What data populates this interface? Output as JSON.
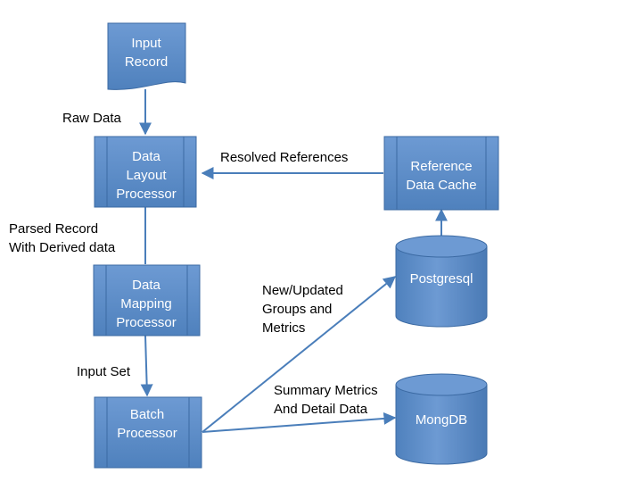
{
  "colors": {
    "node_fill": "#4f81bd",
    "node_fill_light": "#6d9ad3",
    "node_stroke": "#3b6aa3",
    "edge": "#4a7eba",
    "node_text": "#ffffff",
    "label_text": "#000000"
  },
  "nodes": {
    "input_record": {
      "shape": "document",
      "lines": [
        "Input",
        "Record"
      ]
    },
    "layout_processor": {
      "shape": "predefined-process",
      "lines": [
        "Data",
        "Layout",
        "Processor"
      ]
    },
    "mapping_processor": {
      "shape": "predefined-process",
      "lines": [
        "Data",
        "Mapping",
        "Processor"
      ]
    },
    "batch_processor": {
      "shape": "predefined-process",
      "lines": [
        "Batch",
        "Processor"
      ]
    },
    "reference_cache": {
      "shape": "predefined-process",
      "lines": [
        "Reference",
        "Data Cache"
      ]
    },
    "postgresql": {
      "shape": "database",
      "lines": [
        "Postgresql"
      ]
    },
    "mongodb": {
      "shape": "database",
      "lines": [
        "MongDB"
      ]
    }
  },
  "edge_labels": {
    "raw_data": [
      "Raw Data"
    ],
    "parsed_record": [
      "Parsed Record",
      "With Derived data"
    ],
    "input_set": [
      "Input Set"
    ],
    "resolved_references": [
      "Resolved References"
    ],
    "new_updated": [
      "New/Updated",
      "Groups and",
      "Metrics"
    ],
    "summary_metrics": [
      "Summary Metrics",
      "And Detail Data"
    ]
  }
}
